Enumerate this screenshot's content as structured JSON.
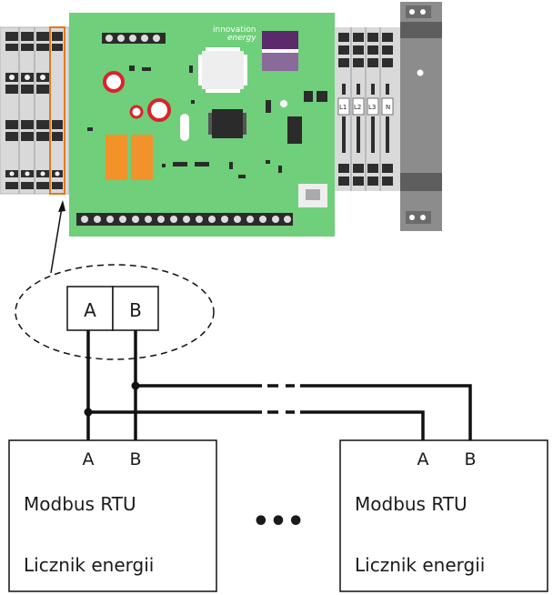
{
  "board": {
    "brand_line1": "innovation",
    "brand_line2": "energy",
    "phase_labels": [
      "L1",
      "L2",
      "L3",
      "N"
    ]
  },
  "connector": {
    "pin_a": "A",
    "pin_b": "B"
  },
  "devices": [
    {
      "pin_a": "A",
      "pin_b": "B",
      "protocol": "Modbus RTU",
      "type": "Licznik energii"
    },
    {
      "pin_a": "A",
      "pin_b": "B",
      "protocol": "Modbus RTU",
      "type": "Licznik energii"
    }
  ],
  "ellipsis": "•••",
  "colors": {
    "board": "#6fcf7a",
    "relay": "#f2922a",
    "chip": "#2b2b2b",
    "sd_card": "#5a2a6a",
    "wire": "#111111",
    "terminal_highlight": "#e07a1f"
  }
}
